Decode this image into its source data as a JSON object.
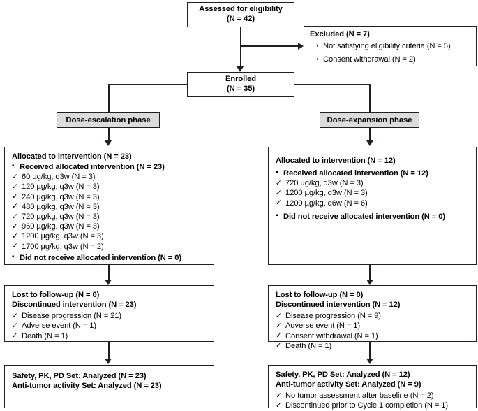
{
  "diagram": {
    "title": "CONSORT participant flow diagram",
    "colors": {
      "stroke": "#231f20",
      "phase_fill": "#dcdcdc",
      "box_fill": "#ffffff"
    }
  },
  "assessed": {
    "line1": "Assessed for eligibility",
    "line2": "(N = 42)"
  },
  "excluded": {
    "heading": "Excluded (N = 7)",
    "items": [
      "Not satisfying eligibility criteria (N = 5)",
      "Consent withdrawal (N = 2)"
    ]
  },
  "enrolled": {
    "line1": "Enrolled",
    "line2": "(N = 35)"
  },
  "phases": {
    "escalation_label": "Dose-escalation phase",
    "expansion_label": "Dose-expansion phase"
  },
  "escalation": {
    "allocated": {
      "heading": "Allocated to intervention (N = 23)",
      "received_heading": "Received allocated intervention (N = 23)",
      "doses": [
        "60 µg/kg, q3w (N = 3)",
        "120 µg/kg, q3w (N = 3)",
        "240 µg/kg, q3w (N = 3)",
        "480 µg/kg, q3w (N = 3)",
        "720 µg/kg, q3w (N = 3)",
        "960 µg/kg, q3w (N = 3)",
        "1200 µg/kg, q3w (N = 3)",
        "1700 µg/kg, q3w (N = 2)"
      ],
      "not_received_heading": "Did not receive allocated intervention (N = 0)"
    },
    "followup": {
      "lost": "Lost to follow-up (N = 0)",
      "discontinued": "Discontinued intervention (N = 23)",
      "reasons": [
        "Disease progression (N = 21)",
        "Adverse event (N = 1)",
        "Death (N = 1)"
      ]
    },
    "analyzed": {
      "line1": "Safety, PK, PD Set: Analyzed (N = 23)",
      "line2": "Anti-tumor activity Set: Analyzed (N = 23)",
      "exclusions": []
    }
  },
  "expansion": {
    "allocated": {
      "heading": "Allocated to intervention (N = 12)",
      "received_heading": "Received allocated intervention (N = 12)",
      "doses": [
        "720 µg/kg, q3w (N = 3)",
        "1200 µg/kg, q3w (N = 3)",
        "1200 µg/kg, q6w (N = 6)"
      ],
      "not_received_heading": "Did not receive allocated intervention (N = 0)"
    },
    "followup": {
      "lost": "Lost to follow-up (N = 0)",
      "discontinued": "Discontinued intervention (N = 12)",
      "reasons": [
        "Disease progression (N = 9)",
        "Adverse event (N = 1)",
        "Consent withdrawal (N = 1)",
        "Death (N = 1)"
      ]
    },
    "analyzed": {
      "line1": "Safety, PK, PD Set: Analyzed (N = 12)",
      "line2": "Anti-tumor activity Set: Analyzed (N = 9)",
      "exclusions": [
        "No tumor assessment after baseline (N = 2)",
        "Discontinued prior to Cycle 1 completion (N = 1)"
      ]
    }
  }
}
